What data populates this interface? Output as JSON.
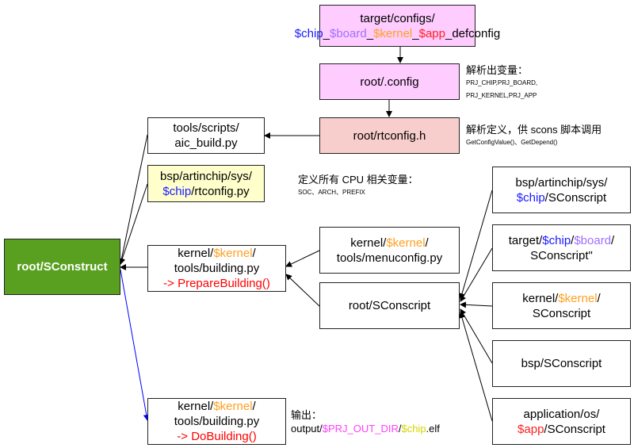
{
  "colors": {
    "chip": "#1a1aff",
    "board": "#a070ff",
    "kernel": "#ffa020",
    "app": "#ff2020",
    "outdir": "#ff40ff",
    "chip_elf": "#d4d400",
    "red": "#ff0000",
    "pink_box": "#ffccff",
    "salmon_box": "#f8cecc",
    "yellow_box": "#ffffcc",
    "green_box": "#5aa020",
    "blue_arrow": "#0000ff"
  },
  "boxes": {
    "defconfig": {
      "l1": "target/configs/",
      "chip": "$chip",
      "u1": "_",
      "board": "$board",
      "u2": "_",
      "kernel": "$kernel",
      "u3": "_",
      "app": "$app",
      "tail": "_defconfig"
    },
    "dotconfig": {
      "label": "root/.config"
    },
    "rtconfig_h": {
      "label": "root/rtconfig.h"
    },
    "aic_build": {
      "l1": "tools/scripts/",
      "l2": "aic_build.py"
    },
    "rtconfig_py": {
      "l1": "bsp/artinchip/sys/",
      "chip": "$chip",
      "tail": "/rtconfig.py"
    },
    "sconstruct": {
      "label": "root/SConstruct"
    },
    "building_prepare": {
      "a": "kernel/",
      "kernel": "$kernel",
      "b": "/",
      "l2": "tools/building.py",
      "l3": "-> PrepareBuilding()"
    },
    "menuconfig": {
      "a": "kernel/",
      "kernel": "$kernel",
      "b": "/",
      "l2": "tools/menuconfig.py"
    },
    "root_sconscript": {
      "label": "root/SConscript"
    },
    "building_do": {
      "a": "kernel/",
      "kernel": "$kernel",
      "b": "/",
      "l2": "tools/building.py",
      "l3": "-> DoBuilding()"
    },
    "bsp_chip_sconscript": {
      "l1": "bsp/artinchip/sys/",
      "chip": "$chip",
      "tail": "/SConscript"
    },
    "target_sconscript": {
      "a": "target/",
      "chip": "$chip",
      "slash": "/",
      "board": "$board",
      "b": "/",
      "l2": "SConscript\""
    },
    "kernel_sconscript": {
      "a": "kernel/",
      "kernel": "$kernel",
      "b": "/",
      "l2": "SConscript"
    },
    "bsp_sconscript": {
      "label": "bsp/SConscript"
    },
    "app_sconscript": {
      "l1": "application/os/",
      "app": "$app",
      "tail": "/SConscript"
    }
  },
  "notes": {
    "parse_vars": {
      "title": "解析出变量：",
      "line1": "PRJ_CHIP,PRJ_BOARD,",
      "line2": "PRJ_KERNEL,PRJ_APP"
    },
    "parse_defs": {
      "title": "解析定义，供 scons 脚本调用",
      "line1": "GetConfigValue()、GetDepend()"
    },
    "cpu_vars": {
      "title": "定义所有 CPU 相关变量：",
      "line1": "SOC、ARCH、PREFIX"
    },
    "output": {
      "title": "输出：",
      "a": "output/",
      "outdir": "$PRJ_OUT_DIR",
      "b": "/",
      "chip": "$chip",
      "c": ".elf"
    }
  }
}
